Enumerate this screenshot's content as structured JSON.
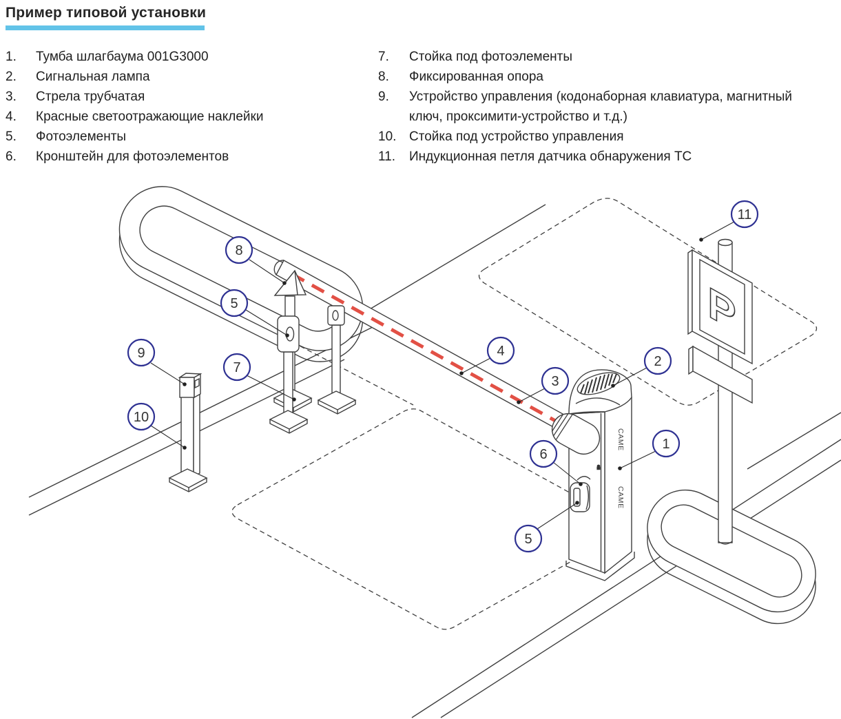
{
  "title": "Пример типовой установки",
  "legend": {
    "left": [
      {
        "n": "1.",
        "text": "Тумба шлагбаума 001G3000"
      },
      {
        "n": "2.",
        "text": "Сигнальная лампа"
      },
      {
        "n": "3.",
        "text": "Стрела трубчатая"
      },
      {
        "n": "4.",
        "text": "Красные светоотражающие наклейки"
      },
      {
        "n": "5.",
        "text": "Фотоэлементы"
      },
      {
        "n": "6.",
        "text": "Кронштейн для фотоэлементов"
      }
    ],
    "right": [
      {
        "n": "7.",
        "text": "Стойка под фотоэлементы"
      },
      {
        "n": "8.",
        "text": "Фиксированная опора"
      },
      {
        "n": "9.",
        "text": "Устройство управления (кодонаборная клавиатура, магнитный ключ, проксимити-устройство и т.д.)"
      },
      {
        "n": "10.",
        "text": "Стойка под устройство управления"
      },
      {
        "n": "11.",
        "text": "Индукционная петля датчика обнаружения ТС"
      }
    ]
  },
  "diagram": {
    "brand": "CAME",
    "sign_letter": "P",
    "callouts": [
      {
        "n": "1"
      },
      {
        "n": "2"
      },
      {
        "n": "3"
      },
      {
        "n": "4"
      },
      {
        "n": "5"
      },
      {
        "n": "5"
      },
      {
        "n": "6"
      },
      {
        "n": "7"
      },
      {
        "n": "8"
      },
      {
        "n": "9"
      },
      {
        "n": "10"
      },
      {
        "n": "11"
      }
    ],
    "colors": {
      "callout": "#2e3192",
      "reflective": "#e25045",
      "underline": "#62c3e8",
      "linework": "#3f3f3f"
    }
  }
}
